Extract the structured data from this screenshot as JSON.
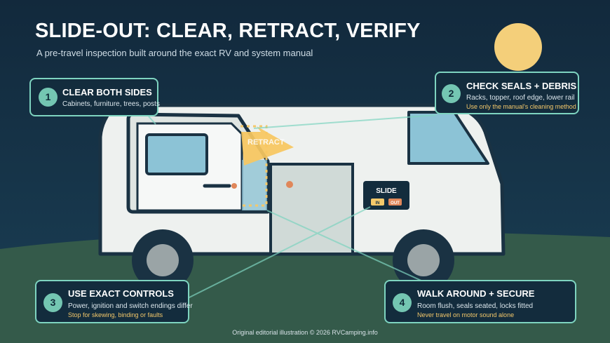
{
  "header": {
    "title": "SLIDE-OUT: CLEAR, RETRACT, VERIFY",
    "subtitle": "A pre-travel inspection built around the exact RV and system manual"
  },
  "arrow_label": "RETRACT",
  "control_panel": {
    "title": "SLIDE",
    "in_label": "IN",
    "out_label": "OUT"
  },
  "steps": [
    {
      "number": "1",
      "title": "CLEAR BOTH SIDES",
      "line1": "Cabinets, furniture, trees, posts",
      "line2": ""
    },
    {
      "number": "2",
      "title": "CHECK SEALS + DEBRIS",
      "line1": "Racks, topper, roof edge, lower rail",
      "line2": "Use only the manual's cleaning method"
    },
    {
      "number": "3",
      "title": "USE EXACT CONTROLS",
      "line1": "Power, ignition and switch endings differ",
      "line2": "Stop for skewing, binding or faults"
    },
    {
      "number": "4",
      "title": "WALK AROUND + SECURE",
      "line1": "Room flush, seals seated, locks fitted",
      "line2": "Never travel on motor sound alone"
    }
  ],
  "footer": "Original editorial illustration © 2026 RVCamping.info",
  "colors": {
    "sky": "#163048",
    "ground": "#345a4a",
    "sun": "#f4cf7a",
    "accent_teal": "#7ed4c0",
    "accent_yellow": "#f4c86a",
    "accent_orange": "#e0875a",
    "rv_body": "#eef1ef",
    "rv_outline": "#1a3243",
    "window": "#8cc3d6"
  }
}
